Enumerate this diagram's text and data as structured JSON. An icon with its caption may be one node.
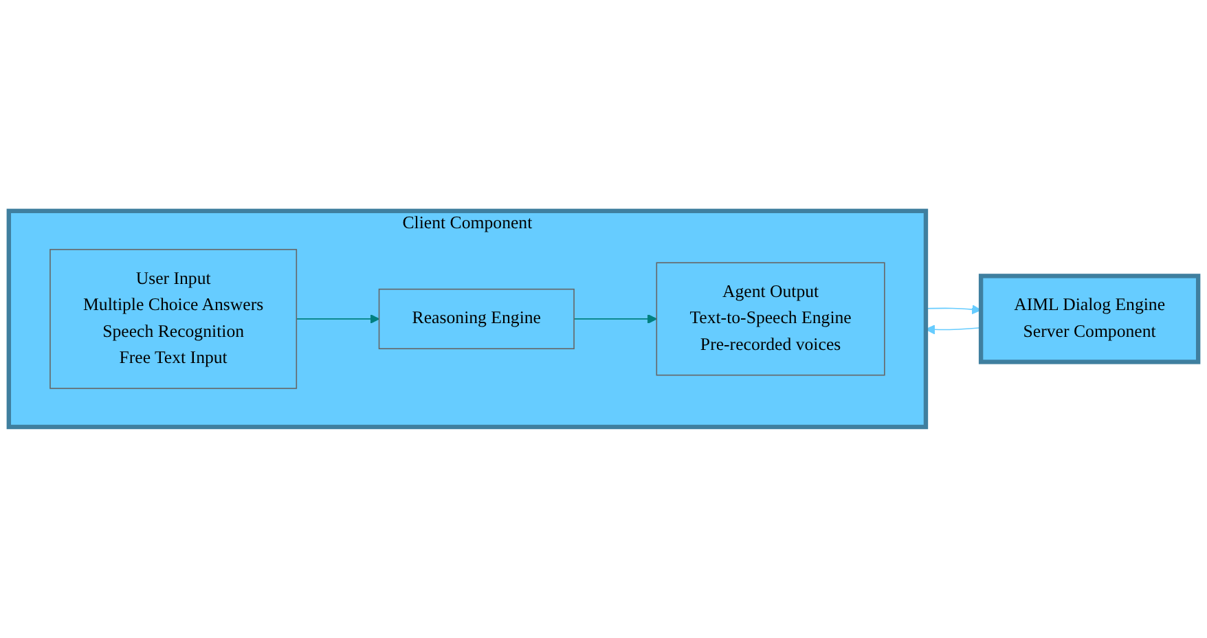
{
  "diagram": {
    "nodes": [
      {
        "text": [
          "Client Component"
        ]
      },
      {
        "text": [
          "User Input",
          "Multiple Choice Answers",
          "Speech Recognition",
          "Free Text Input"
        ],
        "in": 0
      },
      {
        "text": [
          "Reasoning Engine"
        ],
        "in": 0
      },
      {
        "text": [
          "Agent Output",
          "Text-to-Speech Engine",
          "Pre-recorded voices"
        ],
        "in": 0
      },
      {
        "text": [
          "AIML Dialog Engine",
          "Server Component"
        ]
      }
    ],
    "edges": [
      {
        "from": 1,
        "to": 2,
        "arrow": "to",
        "color": "#008080"
      },
      {
        "from": 2,
        "to": 3,
        "arrow": "to",
        "color": "#008080"
      },
      {
        "from": 0,
        "to": 4,
        "arrow": "to",
        "color": "#66ccff"
      },
      {
        "from": 4,
        "to": 0,
        "arrow": "to",
        "color": "#66ccff"
      }
    ]
  }
}
